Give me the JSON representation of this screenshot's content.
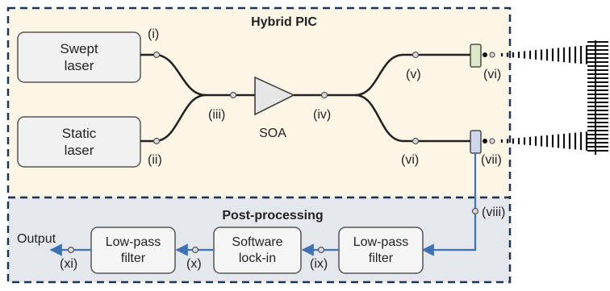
{
  "pic": {
    "title": "Hybrid PIC",
    "bg_color": "#fdf6e7",
    "border_color": "#1f3556"
  },
  "post": {
    "title": "Post-processing",
    "bg_color": "#e4e7ec"
  },
  "boxes": {
    "swept_laser": "Swept\nlaser",
    "static_laser": "Static\nlaser",
    "lpf_right": "Low-pass\nfilter",
    "software_lockin": "Software\nlock-in",
    "lpf_left": "Low-pass\nfilter"
  },
  "soa_label": "SOA",
  "output_label": "Output",
  "points": {
    "i": "(i)",
    "ii": "(ii)",
    "iii": "(iii)",
    "iv": "(iv)",
    "v": "(v)",
    "vi_top": "(vi)",
    "vi_bottom": "(vi)",
    "vii": "(vii)",
    "viii": "(viii)",
    "ix": "(ix)",
    "x": "(x)",
    "xi": "(xi)"
  },
  "colors": {
    "signal_line": "#3f72b4",
    "waveguide": "#222222",
    "coupler_top": "#dde8c8",
    "coupler_bottom": "#cfd8ea"
  }
}
